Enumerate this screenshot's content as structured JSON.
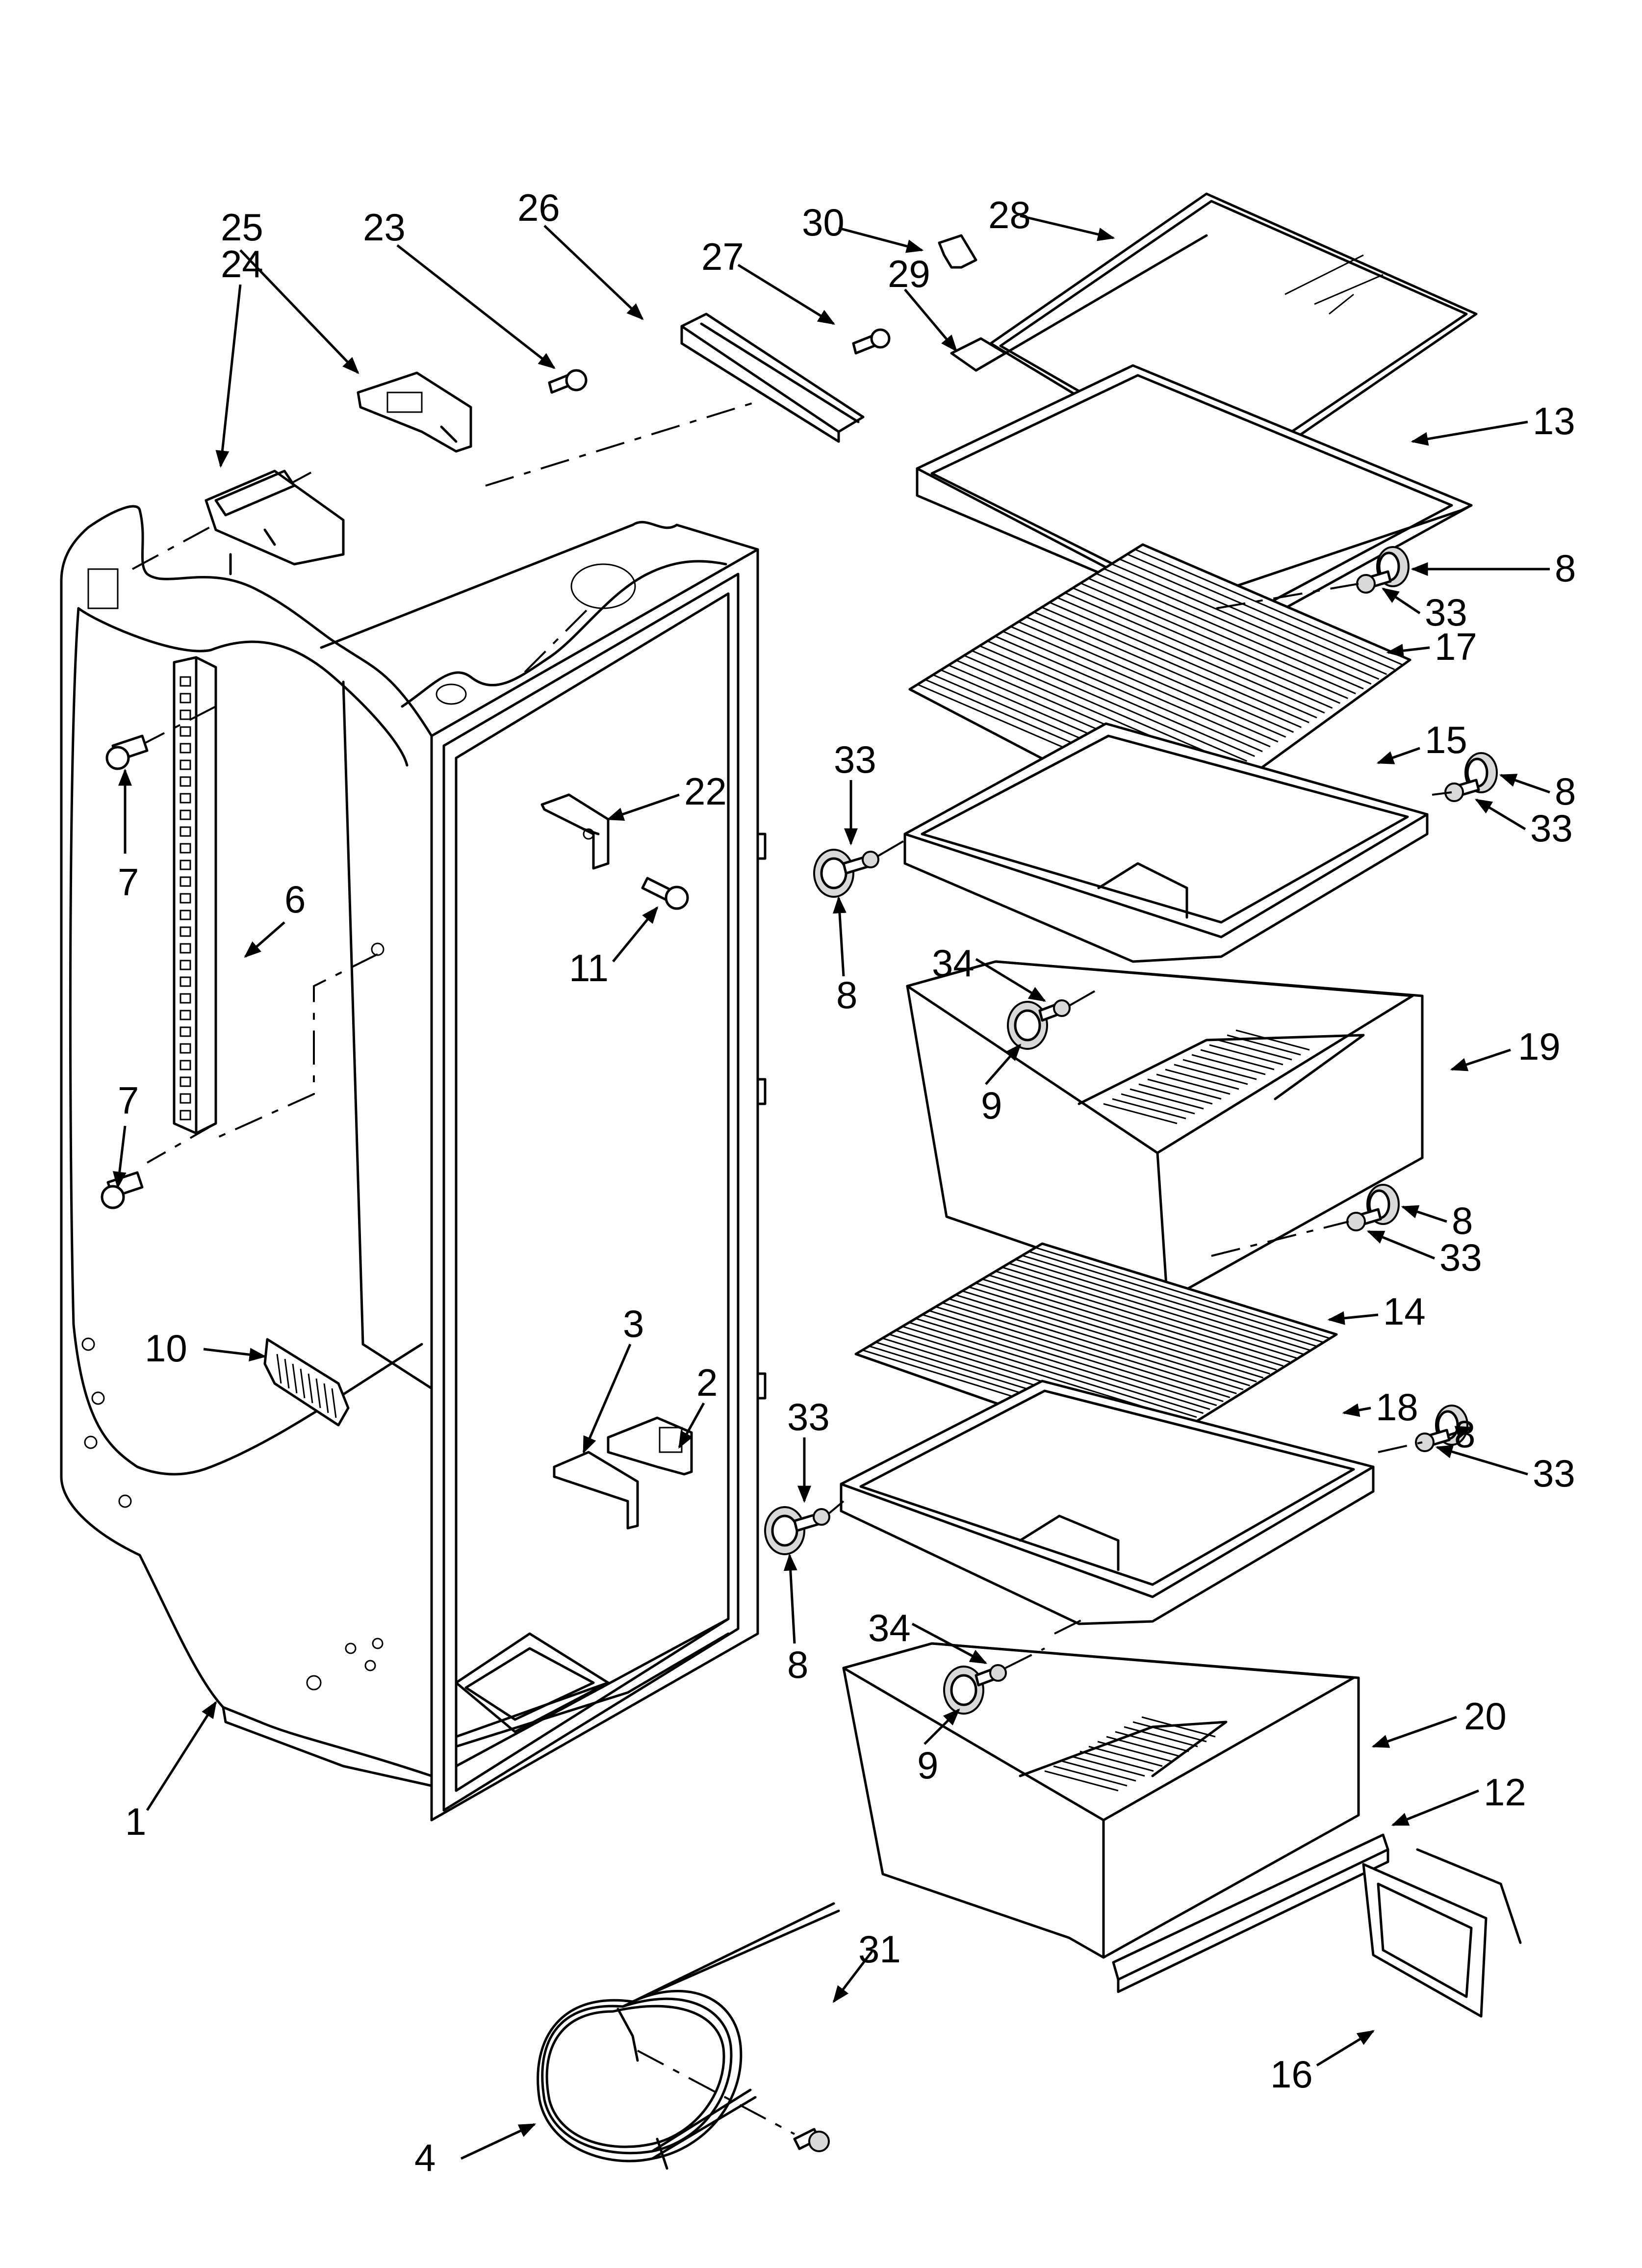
{
  "callouts": [
    {
      "id": "c1",
      "text": "1"
    },
    {
      "id": "c2",
      "text": "2"
    },
    {
      "id": "c3",
      "text": "3"
    },
    {
      "id": "c4",
      "text": "4"
    },
    {
      "id": "c6",
      "text": "6"
    },
    {
      "id": "c7a",
      "text": "7"
    },
    {
      "id": "c7b",
      "text": "7"
    },
    {
      "id": "c8a",
      "text": "8"
    },
    {
      "id": "c8b",
      "text": "8"
    },
    {
      "id": "c8c",
      "text": "8"
    },
    {
      "id": "c8d",
      "text": "8"
    },
    {
      "id": "c8e",
      "text": "8"
    },
    {
      "id": "c8f",
      "text": "8"
    },
    {
      "id": "c9a",
      "text": "9"
    },
    {
      "id": "c9b",
      "text": "9"
    },
    {
      "id": "c10",
      "text": "10"
    },
    {
      "id": "c11",
      "text": "11"
    },
    {
      "id": "c12",
      "text": "12"
    },
    {
      "id": "c13",
      "text": "13"
    },
    {
      "id": "c14",
      "text": "14"
    },
    {
      "id": "c15",
      "text": "15"
    },
    {
      "id": "c16",
      "text": "16"
    },
    {
      "id": "c17",
      "text": "17"
    },
    {
      "id": "c18",
      "text": "18"
    },
    {
      "id": "c19",
      "text": "19"
    },
    {
      "id": "c20",
      "text": "20"
    },
    {
      "id": "c22",
      "text": "22"
    },
    {
      "id": "c23",
      "text": "23"
    },
    {
      "id": "c24",
      "text": "24"
    },
    {
      "id": "c25",
      "text": "25"
    },
    {
      "id": "c26",
      "text": "26"
    },
    {
      "id": "c27",
      "text": "27"
    },
    {
      "id": "c28",
      "text": "28"
    },
    {
      "id": "c29",
      "text": "29"
    },
    {
      "id": "c30",
      "text": "30"
    },
    {
      "id": "c31",
      "text": "31"
    },
    {
      "id": "c33a",
      "text": "33"
    },
    {
      "id": "c33b",
      "text": "33"
    },
    {
      "id": "c33c",
      "text": "33"
    },
    {
      "id": "c33d",
      "text": "33"
    },
    {
      "id": "c33e",
      "text": "33"
    },
    {
      "id": "c33f",
      "text": "33"
    },
    {
      "id": "c34a",
      "text": "34"
    },
    {
      "id": "c34b",
      "text": "34"
    }
  ]
}
